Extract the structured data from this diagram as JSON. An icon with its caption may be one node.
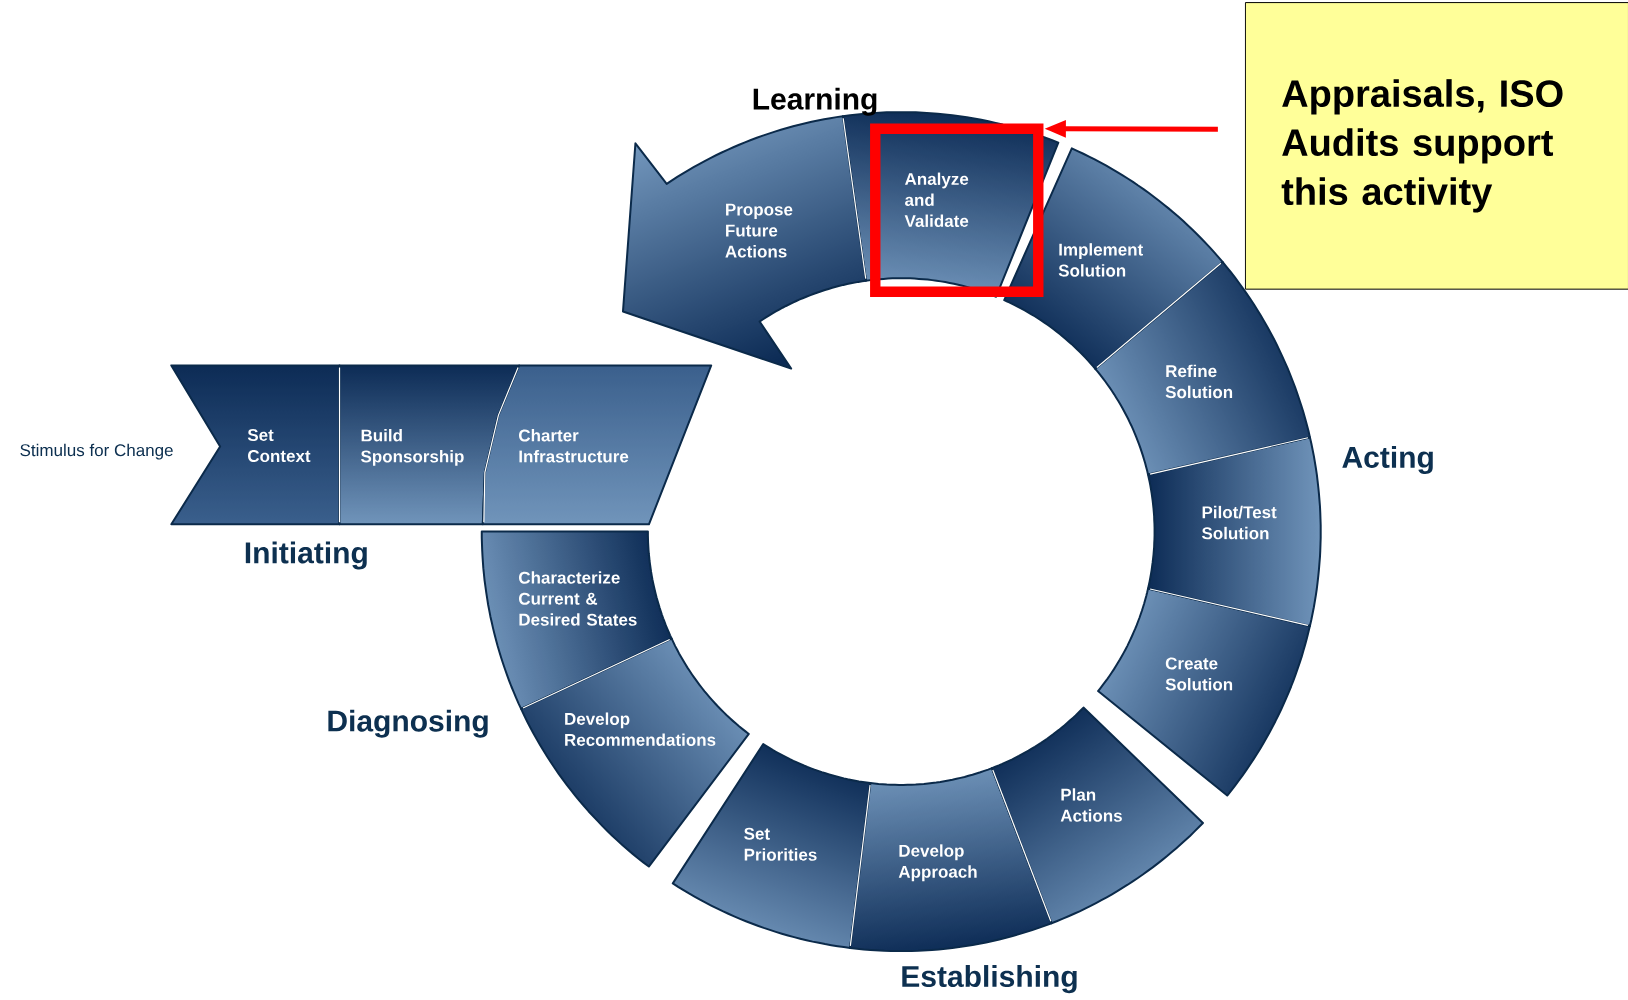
{
  "diagram": {
    "nodes": [
      {
        "text": [
          "Set Context"
        ]
      },
      {
        "text": [
          "Build Sponsorship"
        ]
      },
      {
        "text": [
          "Charter Infrastructure"
        ]
      },
      {
        "text": [
          "Characterize Current & Desired States"
        ]
      },
      {
        "text": [
          "Develop Recommendations"
        ]
      },
      {
        "text": [
          "Set Priorities"
        ]
      },
      {
        "text": [
          "Develop Approach"
        ]
      },
      {
        "text": [
          "Plan Actions"
        ]
      },
      {
        "text": [
          "Create Solution"
        ]
      },
      {
        "text": [
          "Pilot/Test Solution"
        ]
      },
      {
        "text": [
          "Refine Solution"
        ]
      },
      {
        "text": [
          "Implement Solution"
        ]
      },
      {
        "text": [
          "Analyze and Validate"
        ]
      },
      {
        "text": [
          "Propose Future Actions"
        ]
      },
      {
        "text": [
          "Appraisals, ISO Audits support this activity"
        ]
      }
    ],
    "edges": [
      {
        "from": 14,
        "to": 12,
        "arrow": "to",
        "color": "#ff0000"
      }
    ],
    "labels": [
      "Learning",
      "Stimulus for Change",
      "Acting",
      "Initiating",
      "Diagnosing",
      "Establishing"
    ]
  }
}
